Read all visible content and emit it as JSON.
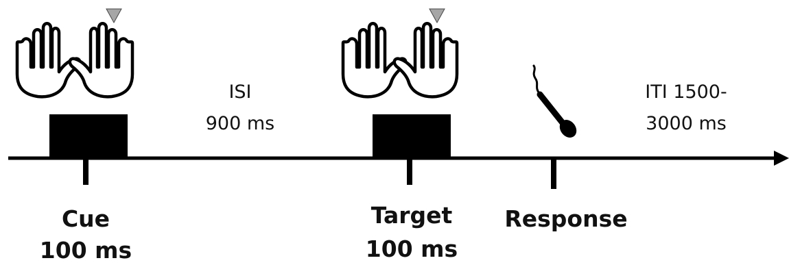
{
  "events": {
    "cue": {
      "label": "Cue",
      "duration": "100 ms"
    },
    "isi": {
      "label": "ISI",
      "duration": "900 ms"
    },
    "target": {
      "label": "Target",
      "duration": "100 ms"
    },
    "response": {
      "label": "Response"
    },
    "iti": {
      "line1": "ITI 1500-",
      "line2": "3000 ms"
    }
  },
  "icons": {
    "hands": "two-raised-hands-icon",
    "cue_marker": "triangle-marker-icon",
    "microphone": "microphone-icon"
  },
  "colors": {
    "line": "#000000",
    "block": "#000000",
    "marker": "#a6a6a6"
  }
}
